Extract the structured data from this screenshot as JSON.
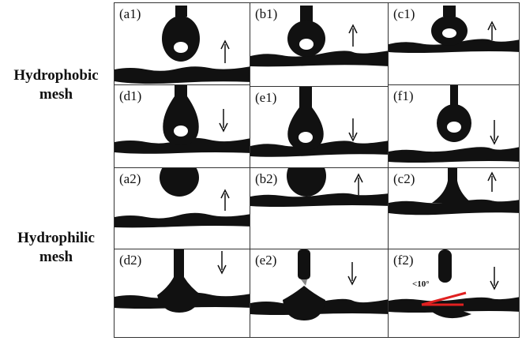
{
  "figure": {
    "row_labels": [
      {
        "text": "Hydrophobic\nmesh",
        "line1": "Hydrophobic",
        "line2": "mesh"
      },
      {
        "text": "Hydrophilic\nmesh",
        "line1": "Hydrophilic",
        "line2": "mesh"
      }
    ],
    "panels": [
      {
        "id": "a1",
        "label": "(a1)",
        "arrow": "up"
      },
      {
        "id": "b1",
        "label": "(b1)",
        "arrow": "up"
      },
      {
        "id": "c1",
        "label": "(c1)",
        "arrow": "up"
      },
      {
        "id": "d1",
        "label": "(d1)",
        "arrow": "down"
      },
      {
        "id": "e1",
        "label": "(e1)",
        "arrow": "down"
      },
      {
        "id": "f1",
        "label": "(f1)",
        "arrow": "down"
      },
      {
        "id": "a2",
        "label": "(a2)",
        "arrow": "up"
      },
      {
        "id": "b2",
        "label": "(b2)",
        "arrow": "up"
      },
      {
        "id": "c2",
        "label": "(c2)",
        "arrow": "up"
      },
      {
        "id": "d2",
        "label": "(d2)",
        "arrow": "down"
      },
      {
        "id": "e2",
        "label": "(e2)",
        "arrow": "down"
      },
      {
        "id": "f2",
        "label": "(f2)",
        "arrow": "down",
        "annotation": "<10°",
        "annotation_color": "#e02020"
      }
    ]
  }
}
